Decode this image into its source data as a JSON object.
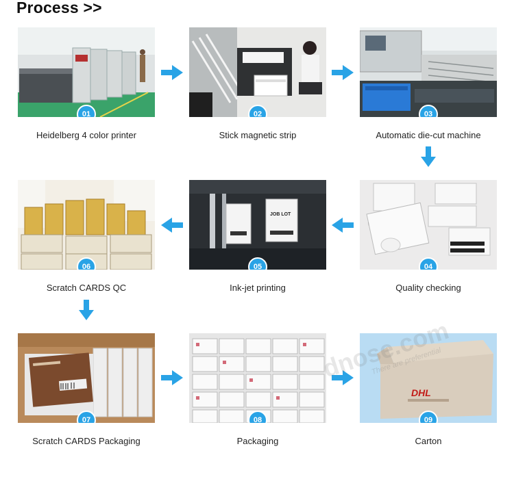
{
  "header": {
    "title": "Process >>"
  },
  "steps": [
    {
      "num": "01",
      "label": "Heidelberg 4 color printer"
    },
    {
      "num": "02",
      "label": "Stick magnetic strip"
    },
    {
      "num": "03",
      "label": "Automatic die-cut machine"
    },
    {
      "num": "04",
      "label": "Quality checking"
    },
    {
      "num": "05",
      "label": "Ink-jet printing"
    },
    {
      "num": "06",
      "label": "Scratch CARDS QC"
    },
    {
      "num": "07",
      "label": "Scratch CARDS Packaging"
    },
    {
      "num": "08",
      "label": "Packaging"
    },
    {
      "num": "09",
      "label": "Carton"
    }
  ],
  "photo_text": {
    "job_lot": "JOB LOT",
    "dhl": "DHL"
  },
  "watermark": {
    "text": "dnose.com",
    "sub": "There are preferential"
  },
  "colors": {
    "accent": "#29a3e6",
    "arrow": "#29a3e6"
  }
}
